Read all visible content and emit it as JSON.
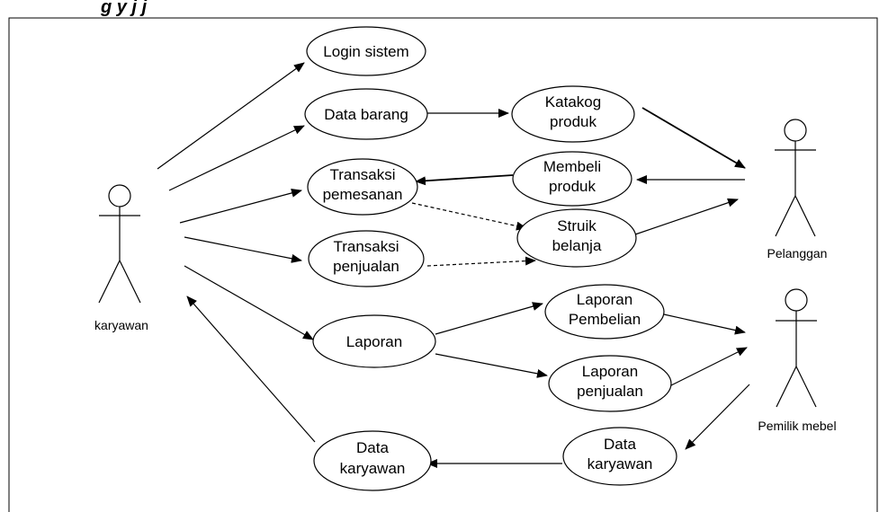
{
  "caption": "g                              y                  j                                                     j",
  "actors": {
    "karyawan": "karyawan",
    "pelanggan": "Pelanggan",
    "pemilik": "Pemilik mebel"
  },
  "use_cases": {
    "login": [
      "Login sistem"
    ],
    "data_barang": [
      "Data barang"
    ],
    "katalog": [
      "Katakog",
      "produk"
    ],
    "transaksi_pemesanan": [
      "Transaksi",
      "pemesanan"
    ],
    "membeli": [
      "Membeli",
      "produk"
    ],
    "struk": [
      "Struik",
      "belanja"
    ],
    "transaksi_penjualan": [
      "Transaksi",
      "penjualan"
    ],
    "laporan": [
      "Laporan"
    ],
    "laporan_pembelian": [
      "Laporan",
      "Pembelian"
    ],
    "laporan_penjualan": [
      "Laporan",
      "penjualan"
    ],
    "data_karyawan_left": [
      "Data",
      "karyawan"
    ],
    "data_karyawan_right": [
      "Data",
      "karyawan"
    ]
  }
}
